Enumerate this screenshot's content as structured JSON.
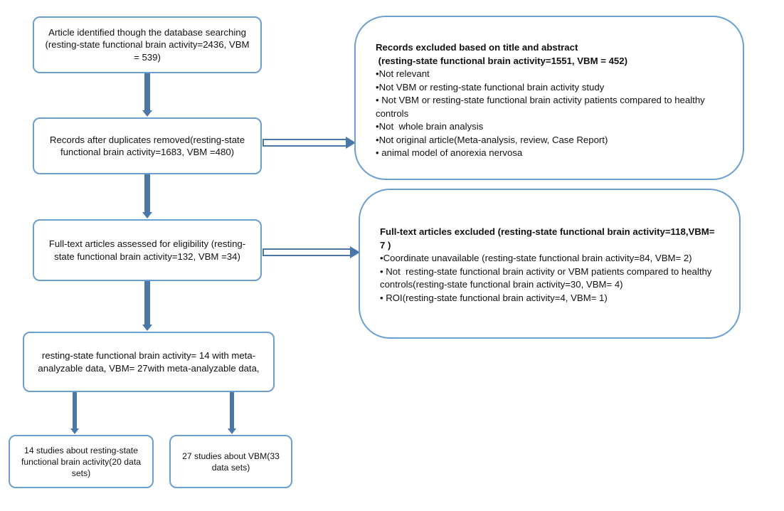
{
  "flow": {
    "identified": "Article identified though the database searching (resting-state functional brain activity=2436, VBM = 539)",
    "duplicates_removed": "Records after duplicates removed(resting-state functional brain activity=1683, VBM =480)",
    "fulltext_assessed": "Full-text articles assessed for eligibility (resting-state functional brain activity=132, VBM =34)",
    "meta_analyzable": "resting-state functional brain activity= 14 with meta-analyzable data, VBM= 27with meta-analyzable data,",
    "rsfa_studies": "14 studies about resting-state functional brain activity(20 data sets)",
    "vbm_studies": "27 studies about VBM(33 data sets)"
  },
  "excluded_title_abstract": {
    "heading_line1": "Records excluded based on title and abstract",
    "heading_line2": " (resting-state functional brain activity=1551, VBM = 452)",
    "items": [
      "•Not relevant",
      "•Not VBM or resting-state functional brain activity study",
      "• Not VBM or resting-state functional brain activity patients compared to healthy controls",
      "•Not  whole brain analysis",
      "•Not original article(Meta-analysis, review, Case Report)",
      "• animal model of anorexia nervosa"
    ]
  },
  "excluded_fulltext": {
    "heading": "Full-text articles excluded (resting-state functional brain activity=118,VBM= 7 )",
    "items": [
      "•Coordinate unavailable (resting-state functional brain activity=84, VBM= 2)",
      "• Not  resting-state functional brain activity or VBM patients compared to healthy controls(resting-state functional brain activity=30, VBM= 4)",
      "• ROI(resting-state functional brain activity=4, VBM= 1)"
    ]
  },
  "colors": {
    "box_border": "#6a9fd0",
    "arrow": "#4a76a8"
  }
}
